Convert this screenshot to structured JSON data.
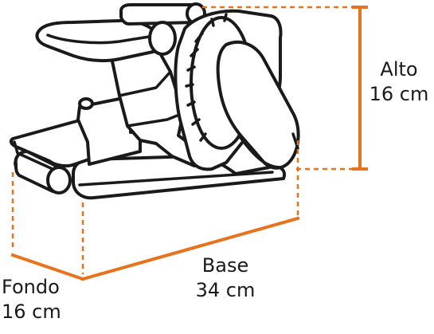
{
  "colors": {
    "accent": "#e8731f",
    "outline": "#1a1a1a",
    "background": "#ffffff"
  },
  "icons": {
    "product": "belt-sander-icon"
  },
  "dimensions": {
    "height": {
      "name": "Alto",
      "value": "16 cm"
    },
    "length": {
      "name": "Base",
      "value": "34 cm"
    },
    "depth": {
      "name": "Fondo",
      "value": "16 cm"
    }
  }
}
